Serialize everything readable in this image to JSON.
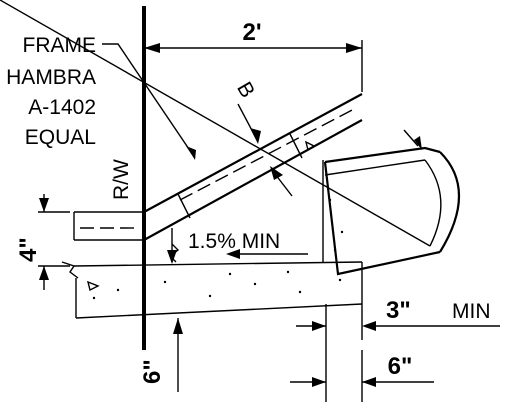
{
  "labels": {
    "frame_line1": "FRAME",
    "frame_line2": "HAMBRA",
    "frame_line3": "A-1402",
    "frame_line4": "EQUAL",
    "width_dim": "2'",
    "b_dim": "B",
    "rw": "R/W",
    "slope": "1.5%  MIN",
    "curb_height": "4\"",
    "depth_dim": "6\"",
    "min_clear_value": "3\"",
    "min_clear_suffix": "MIN",
    "bottom_dim": "6\""
  }
}
